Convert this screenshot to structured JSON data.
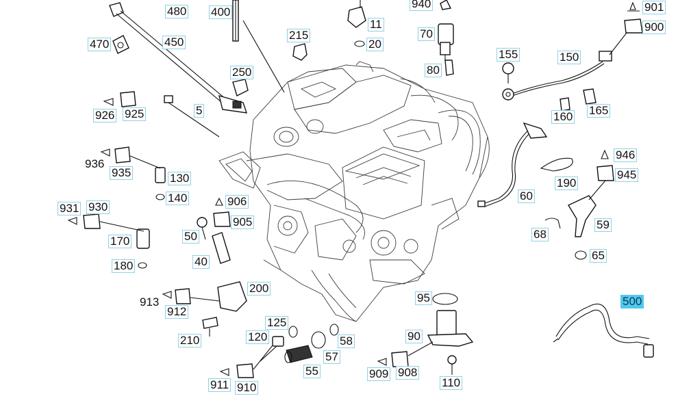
{
  "diagram": {
    "highlight_color": "#52c8ee",
    "label_border_color": "#8fd0e8",
    "labels": [
      {
        "id": "480",
        "text": "480"
      },
      {
        "id": "400",
        "text": "400"
      },
      {
        "id": "11",
        "text": "11"
      },
      {
        "id": "940",
        "text": "940"
      },
      {
        "id": "901",
        "text": "901"
      },
      {
        "id": "900",
        "text": "900"
      },
      {
        "id": "470",
        "text": "470"
      },
      {
        "id": "450",
        "text": "450"
      },
      {
        "id": "215",
        "text": "215"
      },
      {
        "id": "20",
        "text": "20"
      },
      {
        "id": "70",
        "text": "70"
      },
      {
        "id": "155",
        "text": "155"
      },
      {
        "id": "150",
        "text": "150"
      },
      {
        "id": "250",
        "text": "250"
      },
      {
        "id": "80",
        "text": "80"
      },
      {
        "id": "926",
        "text": "926"
      },
      {
        "id": "925",
        "text": "925"
      },
      {
        "id": "5",
        "text": "5"
      },
      {
        "id": "160",
        "text": "160"
      },
      {
        "id": "165",
        "text": "165"
      },
      {
        "id": "936",
        "text": "936"
      },
      {
        "id": "935",
        "text": "935"
      },
      {
        "id": "130",
        "text": "130"
      },
      {
        "id": "946",
        "text": "946"
      },
      {
        "id": "945",
        "text": "945"
      },
      {
        "id": "190",
        "text": "190"
      },
      {
        "id": "140",
        "text": "140"
      },
      {
        "id": "60",
        "text": "60"
      },
      {
        "id": "906",
        "text": "906"
      },
      {
        "id": "931",
        "text": "931"
      },
      {
        "id": "930",
        "text": "930"
      },
      {
        "id": "905",
        "text": "905"
      },
      {
        "id": "59",
        "text": "59"
      },
      {
        "id": "68",
        "text": "68"
      },
      {
        "id": "50",
        "text": "50"
      },
      {
        "id": "170",
        "text": "170"
      },
      {
        "id": "65",
        "text": "65"
      },
      {
        "id": "40",
        "text": "40"
      },
      {
        "id": "180",
        "text": "180"
      },
      {
        "id": "200",
        "text": "200"
      },
      {
        "id": "95",
        "text": "95"
      },
      {
        "id": "500",
        "text": "500"
      },
      {
        "id": "913",
        "text": "913"
      },
      {
        "id": "912",
        "text": "912"
      },
      {
        "id": "125",
        "text": "125"
      },
      {
        "id": "120",
        "text": "120"
      },
      {
        "id": "90",
        "text": "90"
      },
      {
        "id": "58",
        "text": "58"
      },
      {
        "id": "210",
        "text": "210"
      },
      {
        "id": "57",
        "text": "57"
      },
      {
        "id": "55",
        "text": "55"
      },
      {
        "id": "909",
        "text": "909"
      },
      {
        "id": "908",
        "text": "908"
      },
      {
        "id": "911",
        "text": "911"
      },
      {
        "id": "910",
        "text": "910"
      },
      {
        "id": "110",
        "text": "110"
      }
    ]
  }
}
